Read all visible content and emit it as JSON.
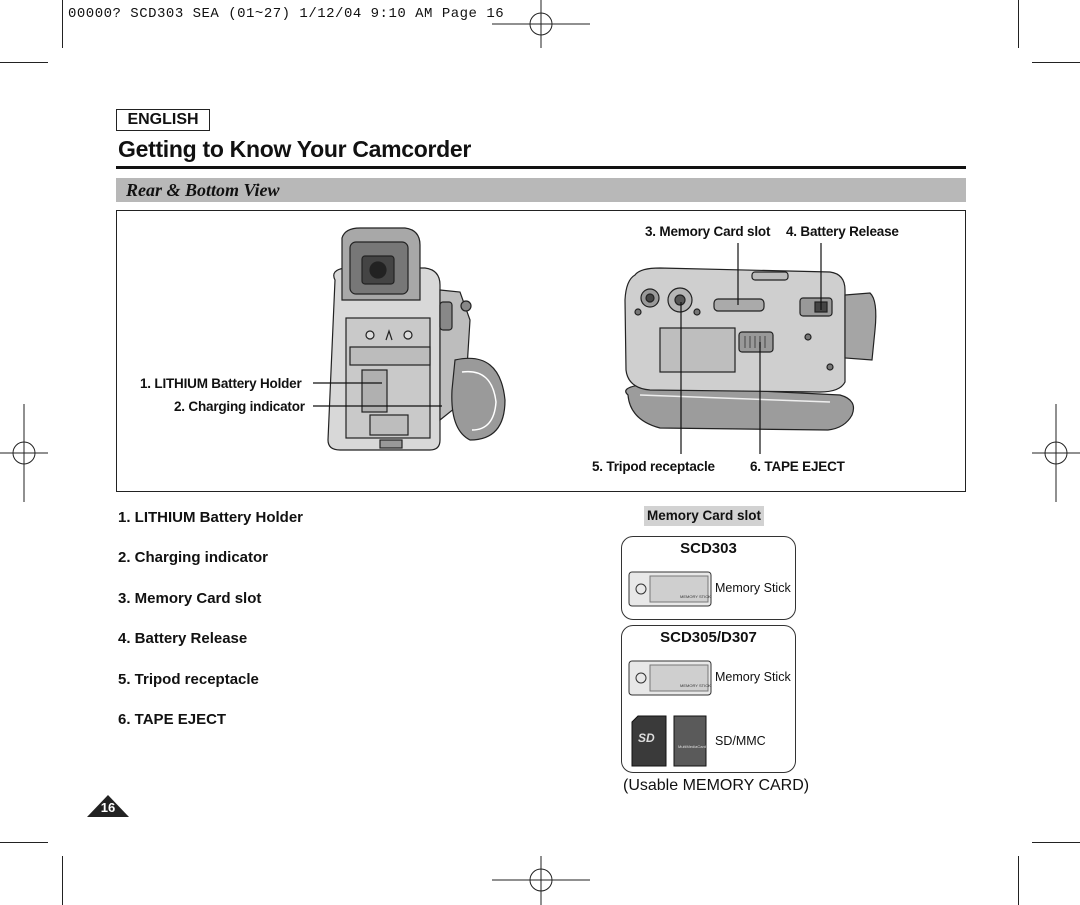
{
  "slug_line": "00000? SCD303 SEA (01~27)  1/12/04 9:10 AM  Page 16",
  "language_badge": "ENGLISH",
  "page_title": "Getting to Know Your Camcorder",
  "section_title": "Rear & Bottom View",
  "figure": {
    "callouts": {
      "lithium_battery_holder": "1. LITHIUM Battery Holder",
      "charging_indicator": "2. Charging indicator",
      "memory_card_slot": "3. Memory Card slot",
      "battery_release": "4. Battery Release",
      "tripod_receptacle": "5. Tripod receptacle",
      "tape_eject": "6. TAPE EJECT"
    }
  },
  "parts_list": [
    "1.  LITHIUM Battery Holder",
    "2.  Charging indicator",
    "3.  Memory Card slot",
    "4.  Battery Release",
    "5.  Tripod receptacle",
    "6.  TAPE EJECT"
  ],
  "memory_card": {
    "header": "Memory Card slot",
    "panels": [
      {
        "model": "SCD303",
        "cards": [
          "Memory Stick"
        ]
      },
      {
        "model": "SCD305/D307",
        "cards": [
          "Memory Stick",
          "SD/MMC"
        ]
      }
    ],
    "footnote": "(Usable MEMORY CARD)"
  },
  "page_number": "16"
}
